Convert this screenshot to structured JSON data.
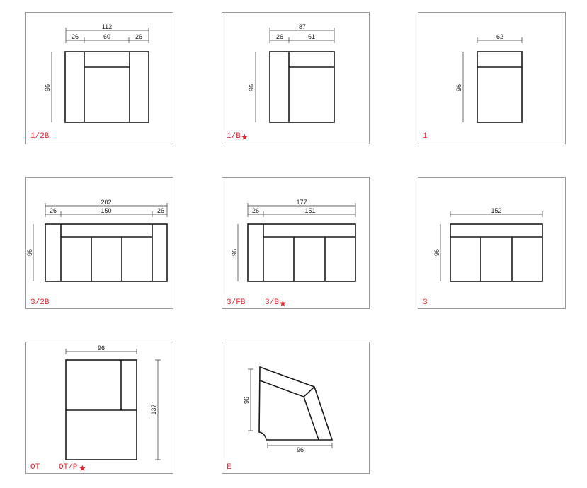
{
  "colors": {
    "label": "#e8202a",
    "line": "#1a1a1a",
    "border": "#9a9a9a"
  },
  "modules": [
    {
      "id": "p1",
      "codes": [
        "1/2B"
      ],
      "star": false,
      "dims": {
        "total": "112",
        "a": "26",
        "b": "60",
        "c": "26",
        "height": "96"
      }
    },
    {
      "id": "p2",
      "codes": [
        "1/B"
      ],
      "star": true,
      "dims": {
        "total": "87",
        "a": "26",
        "b": "61",
        "height": "96"
      }
    },
    {
      "id": "p3",
      "codes": [
        "1"
      ],
      "star": false,
      "dims": {
        "total": "62",
        "height": "96"
      }
    },
    {
      "id": "p4",
      "codes": [
        "3/2B"
      ],
      "star": false,
      "dims": {
        "total": "202",
        "a": "26",
        "b": "150",
        "c": "26",
        "height": "96"
      }
    },
    {
      "id": "p5",
      "codes": [
        "3/FB",
        "3/B"
      ],
      "star": true,
      "dims": {
        "total": "177",
        "a": "26",
        "b": "151",
        "height": "96"
      }
    },
    {
      "id": "p6",
      "codes": [
        "3"
      ],
      "star": false,
      "dims": {
        "total": "152",
        "height": "96"
      }
    },
    {
      "id": "p7",
      "codes": [
        "OT",
        "OT/P"
      ],
      "star": true,
      "dims": {
        "width": "96",
        "length": "137"
      }
    },
    {
      "id": "p8",
      "codes": [
        "E"
      ],
      "star": false,
      "dims": {
        "width": "96",
        "height": "96"
      }
    }
  ]
}
